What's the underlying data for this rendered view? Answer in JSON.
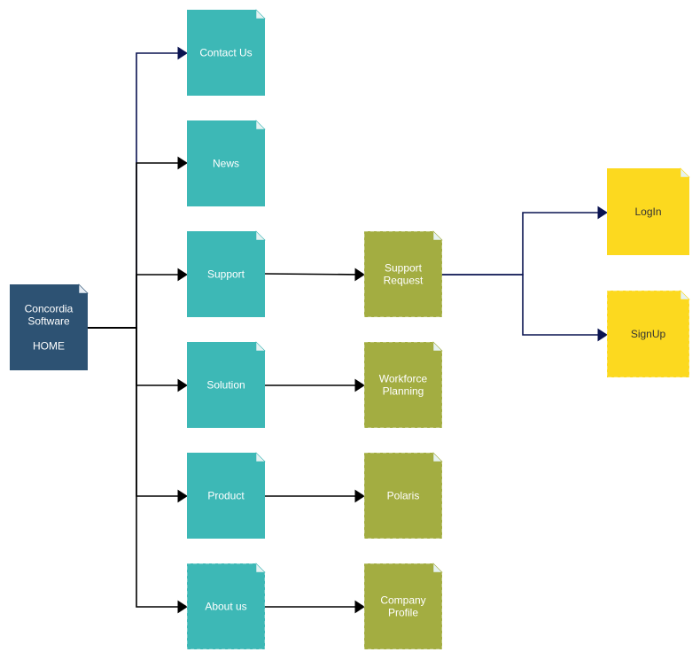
{
  "colors": {
    "home": "#2d5273",
    "home_fold": "#e8eef5",
    "teal": "#3db8b6",
    "olive": "#a3ad41",
    "yellow": "#fcd91f",
    "fold": "#e6f2f2",
    "edge_navy": "#0a1350",
    "edge_black": "#000000",
    "text_light": "#ffffff",
    "text_dark": "#333333"
  },
  "nodes": {
    "home": {
      "lines": [
        "Concordia",
        "Software",
        "",
        "HOME"
      ]
    },
    "contact": {
      "lines": [
        "Contact Us"
      ]
    },
    "news": {
      "lines": [
        "News"
      ]
    },
    "support": {
      "lines": [
        "Support"
      ]
    },
    "solution": {
      "lines": [
        "Solution"
      ]
    },
    "product": {
      "lines": [
        "Product"
      ]
    },
    "about": {
      "lines": [
        "About us"
      ]
    },
    "support_request": {
      "lines": [
        "Support",
        "Request"
      ]
    },
    "workforce": {
      "lines": [
        "Workforce",
        "Planning"
      ]
    },
    "polaris": {
      "lines": [
        "Polaris"
      ]
    },
    "company_profile": {
      "lines": [
        "Company",
        "Profile"
      ]
    },
    "login": {
      "lines": [
        "LogIn"
      ]
    },
    "signup": {
      "lines": [
        "SignUp"
      ]
    }
  }
}
